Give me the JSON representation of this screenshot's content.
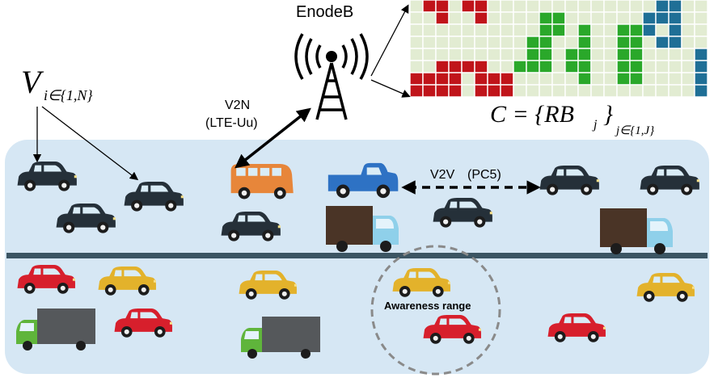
{
  "labels": {
    "base_station": "EnodeB",
    "v2n": "V2N",
    "v2n_interface": "(LTE-Uu)",
    "v2v": "V2V",
    "v2v_interface": "(PC5)",
    "awareness": "Awareness range",
    "vehicle_set_symbol": "V",
    "vehicle_set_subscript": "i∈{1,N}",
    "rb_set_formula": "C = {RB",
    "rb_set_formula_j": "j",
    "rb_set_close": "}",
    "rb_set_subscript": "j∈{1,J}"
  },
  "colors": {
    "road": "#d6e7f4",
    "road_divider": "#3b5563",
    "grid_empty": "#e2ecd2",
    "grid_red": "#c0141a",
    "grid_green": "#2aa82a",
    "grid_blue": "#1f6f96",
    "car_dark": "#253039",
    "car_orange": "#e7863a",
    "car_blue": "#2e72c4",
    "car_red": "#d71f2c",
    "car_yellow": "#e3b22b",
    "truck_brown": "#4a3426",
    "truck_gray": "#55585b",
    "truck_green": "#5fb53b",
    "truck_cab_lightblue": "#8fd0ea"
  },
  "rb_grid": {
    "rows": 8,
    "cols": 23,
    "red": [
      [
        0,
        1
      ],
      [
        0,
        2
      ],
      [
        0,
        4
      ],
      [
        0,
        5
      ],
      [
        1,
        2
      ],
      [
        1,
        5
      ],
      [
        5,
        2
      ],
      [
        5,
        3
      ],
      [
        5,
        4
      ],
      [
        5,
        5
      ],
      [
        6,
        0
      ],
      [
        6,
        1
      ],
      [
        6,
        2
      ],
      [
        6,
        3
      ],
      [
        6,
        5
      ],
      [
        6,
        6
      ],
      [
        6,
        7
      ],
      [
        7,
        0
      ],
      [
        7,
        1
      ],
      [
        7,
        2
      ],
      [
        7,
        3
      ],
      [
        7,
        5
      ],
      [
        7,
        6
      ],
      [
        7,
        7
      ]
    ],
    "green": [
      [
        1,
        10
      ],
      [
        1,
        11
      ],
      [
        2,
        10
      ],
      [
        2,
        11
      ],
      [
        2,
        13
      ],
      [
        2,
        16
      ],
      [
        2,
        17
      ],
      [
        3,
        9
      ],
      [
        3,
        10
      ],
      [
        3,
        13
      ],
      [
        3,
        16
      ],
      [
        3,
        17
      ],
      [
        4,
        9
      ],
      [
        4,
        10
      ],
      [
        4,
        12
      ],
      [
        4,
        13
      ],
      [
        4,
        16
      ],
      [
        4,
        17
      ],
      [
        5,
        8
      ],
      [
        5,
        9
      ],
      [
        5,
        10
      ],
      [
        5,
        12
      ],
      [
        5,
        13
      ],
      [
        5,
        16
      ],
      [
        5,
        17
      ],
      [
        6,
        13
      ],
      [
        6,
        16
      ],
      [
        6,
        17
      ]
    ],
    "blue": [
      [
        0,
        19
      ],
      [
        0,
        20
      ],
      [
        1,
        18
      ],
      [
        1,
        19
      ],
      [
        1,
        20
      ],
      [
        2,
        18
      ],
      [
        2,
        20
      ],
      [
        3,
        19
      ],
      [
        3,
        20
      ],
      [
        4,
        22
      ],
      [
        5,
        22
      ],
      [
        6,
        22
      ],
      [
        7,
        22
      ]
    ]
  }
}
